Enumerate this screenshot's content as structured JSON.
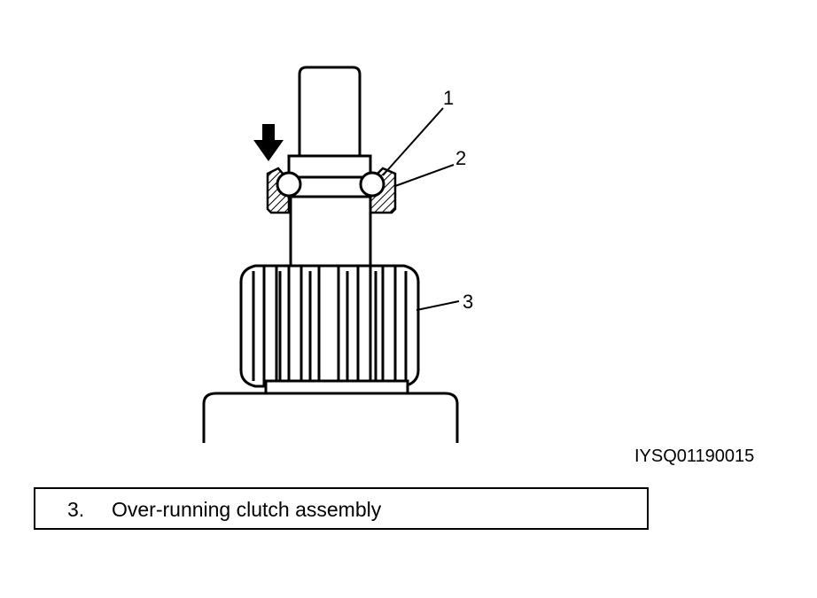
{
  "callouts": {
    "c1": "1",
    "c2": "2",
    "c3": "3"
  },
  "figure_code": "IYSQ01190015",
  "caption": {
    "number": "3.",
    "text": "Over-running clutch assembly"
  }
}
